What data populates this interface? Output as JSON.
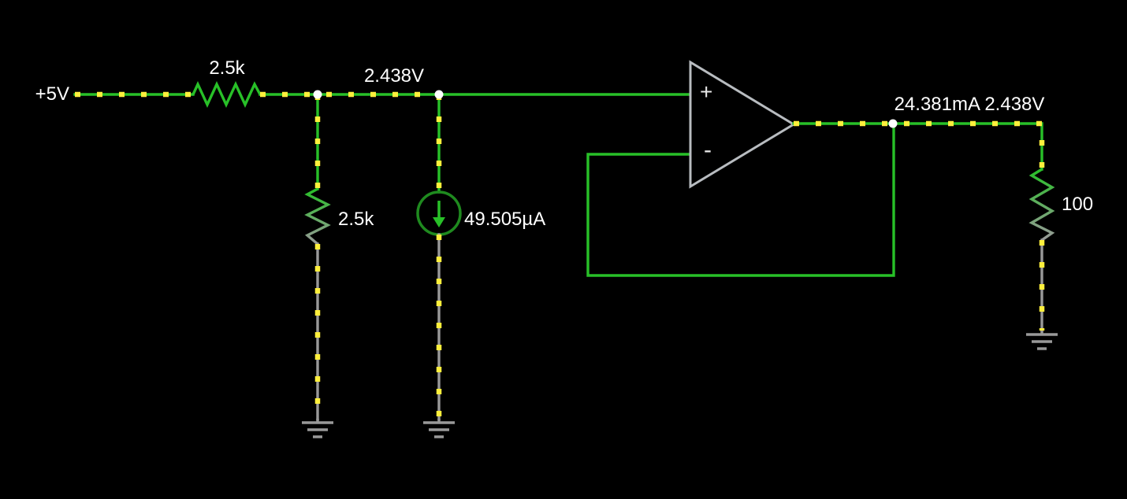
{
  "labels": {
    "supply_voltage": "+5V",
    "r1_value": "2.5k",
    "node_voltage": "2.438V",
    "r2_value": "2.5k",
    "current_source_value": "49.505µA",
    "output_readout": "24.381mA 2.438V",
    "r3_value": "100",
    "opamp_plus": "+",
    "opamp_minus": "-"
  },
  "colors": {
    "background": "#000000",
    "wire_positive": "#28c028",
    "wire_ground": "#999999",
    "current_dot": "#ffef3c",
    "node_dot": "#ffffff",
    "label_text": "#ffffff",
    "opamp_outline": "#b8bcc0",
    "opamp_text": "#e8e8e8",
    "current_source_ring": "#1f8a1f"
  }
}
